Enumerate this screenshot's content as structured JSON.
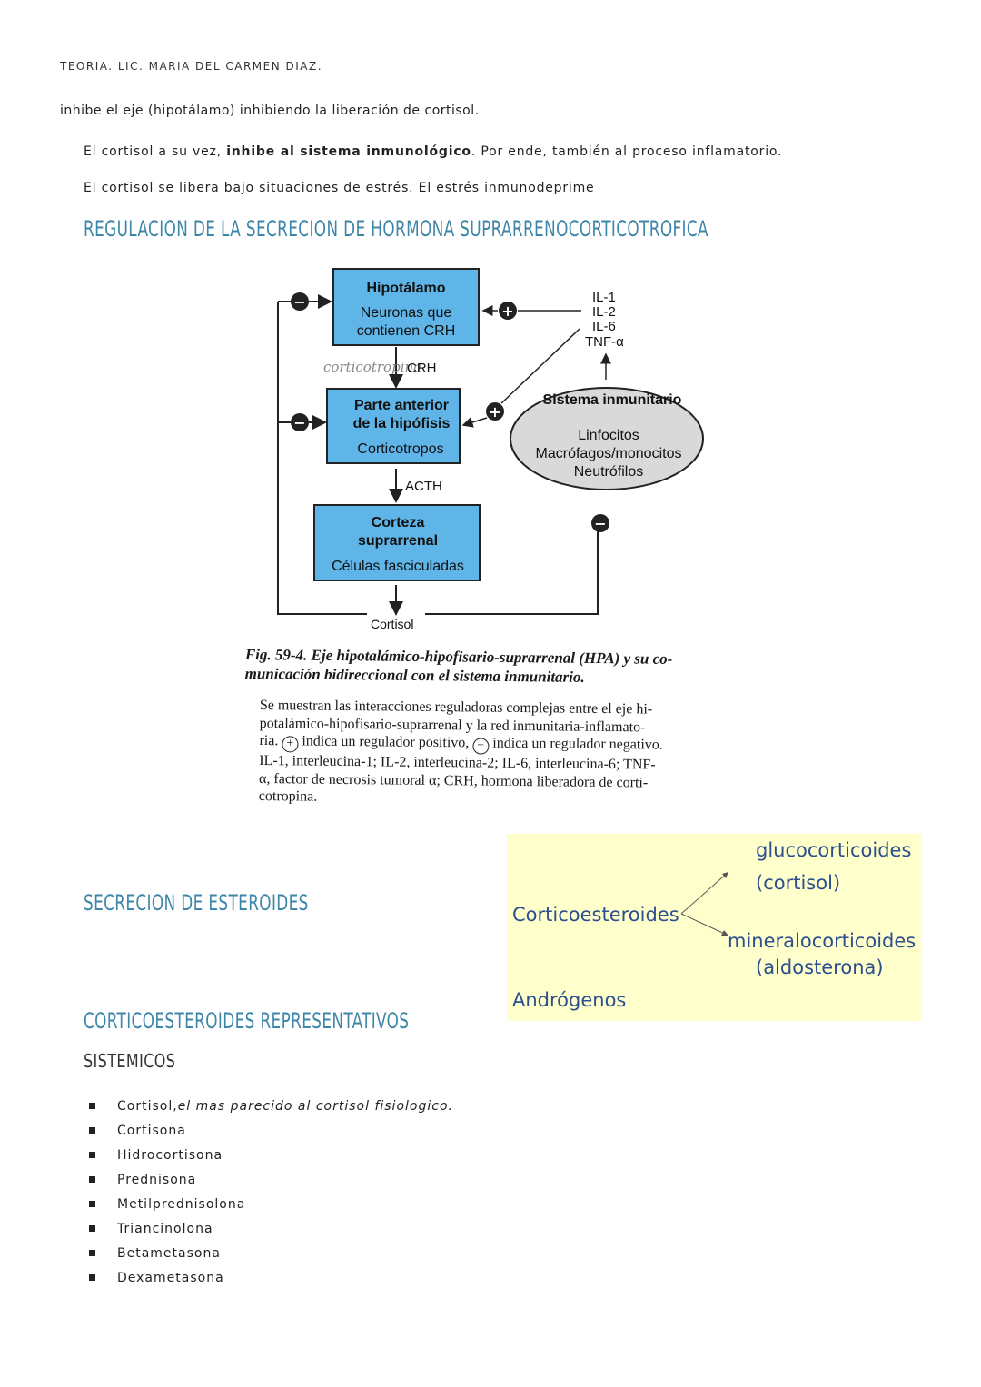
{
  "header": "TEORIA. LIC. MARIA DEL CARMEN DIAZ.",
  "intro": {
    "line1_a": "inhibe el eje ",
    "line1_paren": "(hipotálamo)",
    "line1_b": " inhibiendo la liberación de cortisol.",
    "line2_a": "El cortisol a su vez, ",
    "line2_bold": "inhibe al sistema inmunológico",
    "line2_b": ". Por ende, también al proceso inflamatorio.",
    "line3": "El cortisol se libera bajo situaciones de estrés. El estrés inmunodeprime"
  },
  "section1_title": "REGULACION DE LA SECRECION DE HORMONA SUPRARRENOCORTICOTROFICA",
  "figure": {
    "box1_title": "Hipotálamo",
    "box1_line1": "Neuronas que",
    "box1_line2": "contienen CRH",
    "handwritten": "corticotropina",
    "crh": "CRH",
    "box2_title1": "Parte anterior",
    "box2_title2": "de la hipófisis",
    "box2_sub": "Corticotropos",
    "acth": "ACTH",
    "box3_title1": "Corteza",
    "box3_title2": "suprarrenal",
    "box3_sub": "Células fasciculadas",
    "cortisol": "Cortisol",
    "il1": "IL-1",
    "il2": "IL-2",
    "il6": "IL-6",
    "tnf": "TNF-α",
    "immune_title": "Sistema inmunitario",
    "immune_1": "Linfocitos",
    "immune_2": "Macrófagos/monocitos",
    "immune_3": "Neutrófilos",
    "plus": "+",
    "minus": "−"
  },
  "caption": {
    "line1": "Fig. 59-4. Eje hipotalámico-hipofisario-suprarrenal (HPA) y su co-",
    "line2": "municación bidireccional con el sistema inmunitario."
  },
  "description": {
    "line1": "Se muestran las interacciones reguladoras complejas entre el eje hi-",
    "line2": "potalámico-hipofisario-suprarrenal y la red inmunitaria-inflamato-",
    "line3_a": "ria. ",
    "line3_b": " indica un regulador positivo, ",
    "line3_c": " indica un regulador negativo.",
    "line4": "IL-1, interleucina-1; IL-2, interleucina-2; IL-6, interleucina-6; TNF-",
    "line5": "α, factor de necrosis tumoral α; CRH, hormona liberadora de corti-",
    "line6": "cotropina."
  },
  "section2_title": "SECRECION DE ESTEROIDES",
  "steroids_box": {
    "root": "Corticoesteroides",
    "branch1_a": "glucocorticoides",
    "branch1_b": "(cortisol)",
    "branch2_a": "mineralocorticoides",
    "branch2_b": "(aldosterona)",
    "androgens": "Andrógenos"
  },
  "section3_title": "CORTICOESTEROIDES REPRESENTATIVOS",
  "subsection": "SISTEMICOS",
  "drugs": [
    {
      "name": "Cortisol,",
      "note": " el mas parecido al cortisol fisiologico."
    },
    {
      "name": "Cortisona",
      "note": ""
    },
    {
      "name": "Hidrocortisona",
      "note": ""
    },
    {
      "name": "Prednisona",
      "note": ""
    },
    {
      "name": "Metilprednisolona",
      "note": ""
    },
    {
      "name": "Triancinolona",
      "note": ""
    },
    {
      "name": "Betametasona",
      "note": ""
    },
    {
      "name": "Dexametasona",
      "note": ""
    }
  ]
}
